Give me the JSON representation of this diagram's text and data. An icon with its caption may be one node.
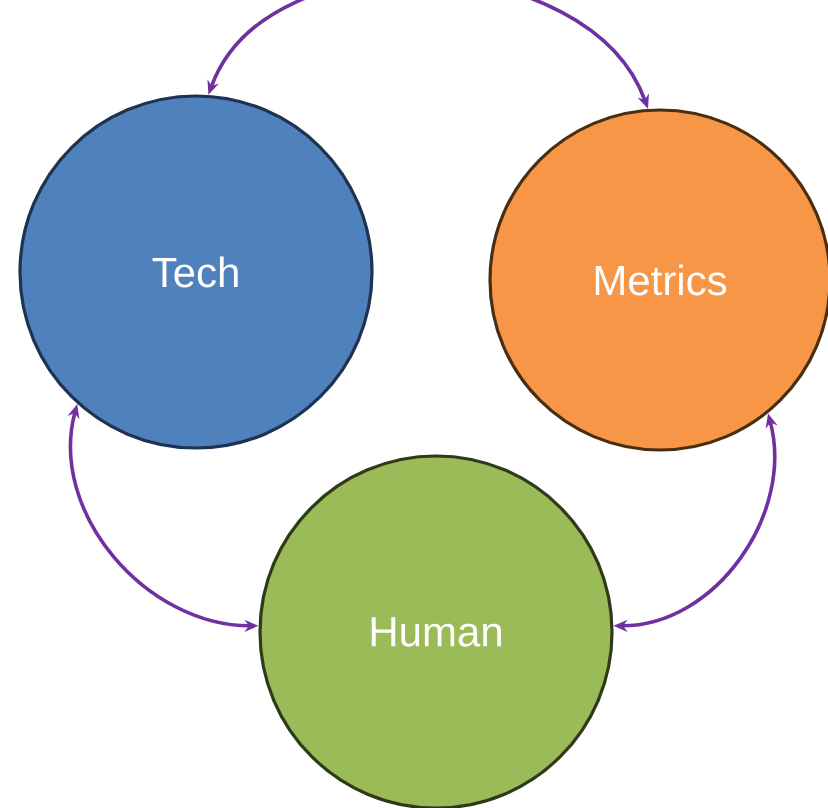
{
  "diagram": {
    "nodes": [
      {
        "text": [
          "Tech"
        ]
      },
      {
        "text": [
          "Metrics"
        ]
      },
      {
        "text": [
          "Human"
        ]
      }
    ],
    "edges": [
      {
        "from": 0,
        "to": 1,
        "arrow": "both"
      },
      {
        "from": 0,
        "to": 2,
        "arrow": "both"
      },
      {
        "from": 1,
        "to": 2,
        "arrow": "both"
      }
    ]
  }
}
